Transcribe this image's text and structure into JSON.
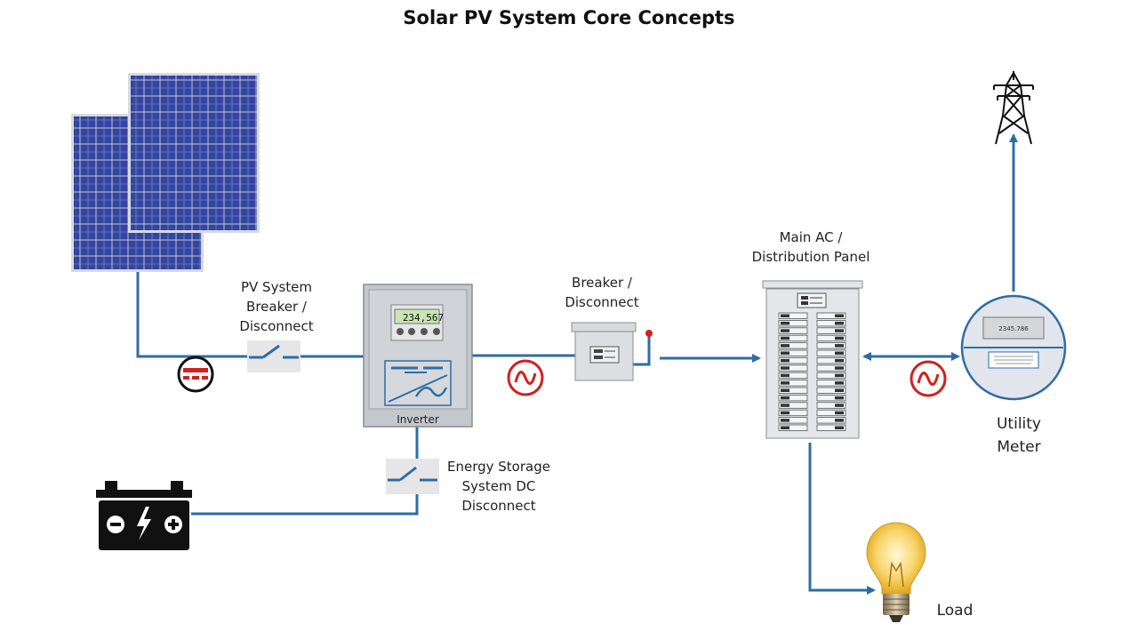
{
  "title": "Solar PV System Core Concepts",
  "labels": {
    "pv_breaker": "PV System\nBreaker /\nDisconnect",
    "inverter": "Inverter",
    "inverter_display": "234,567",
    "ess_disconnect": "Energy Storage\nSystem DC\nDisconnect",
    "ac_breaker": "Breaker /\nDisconnect",
    "main_panel": "Main AC /\nDistribution Panel",
    "meter_display": "2345.786",
    "utility_meter": "Utility\nMeter",
    "load": "Load"
  },
  "colors": {
    "wire": "#2e6da4",
    "ac_symbol": "#d21f1f",
    "dc_symbol": "#d21f1f",
    "panel_cell": "#2b3a8c",
    "enclosure": "#c9ccd0",
    "lcd": "#c8e6b4"
  },
  "icons": [
    "solar-panel-icon",
    "dc-symbol-icon",
    "ac-symbol-icon",
    "battery-icon",
    "transmission-tower-icon",
    "light-bulb-icon",
    "switch-icon"
  ]
}
